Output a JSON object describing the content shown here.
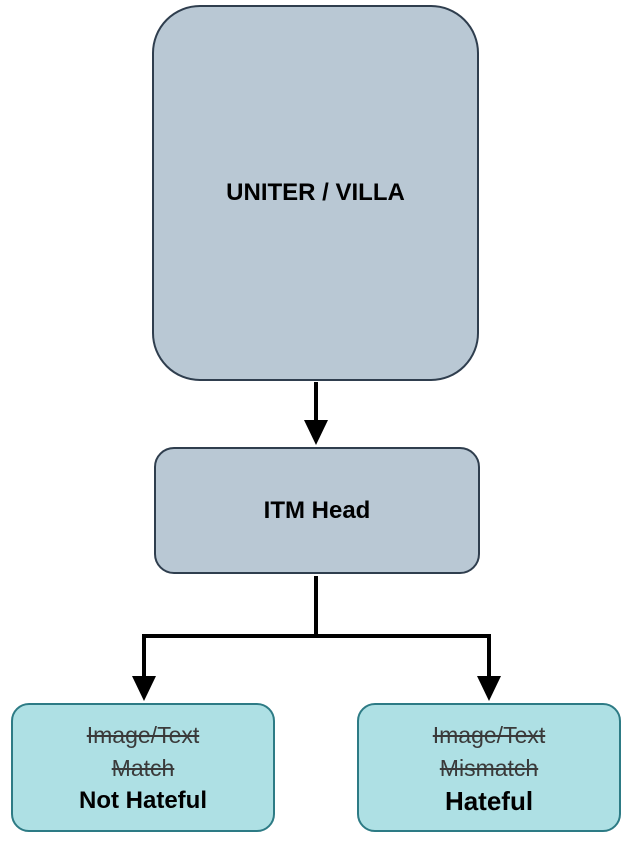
{
  "nodes": {
    "encoder": {
      "label": "UNITER / VILLA"
    },
    "head": {
      "label": "ITM Head"
    },
    "left": {
      "struck_line1": "Image/Text",
      "struck_line2": "Match",
      "label": "Not Hateful"
    },
    "right": {
      "struck_line1": "Image/Text",
      "struck_line2": "Mismatch",
      "label": "Hateful"
    }
  },
  "edges": [
    {
      "from": "UNITER / VILLA",
      "to": "ITM Head"
    },
    {
      "from": "ITM Head",
      "to": "Not Hateful"
    },
    {
      "from": "ITM Head",
      "to": "Hateful"
    }
  ],
  "colors": {
    "backbone_fill": "#b9c8d4",
    "output_fill": "#aee0e4",
    "output_border": "#2d7b85",
    "arrow": "#000000"
  }
}
